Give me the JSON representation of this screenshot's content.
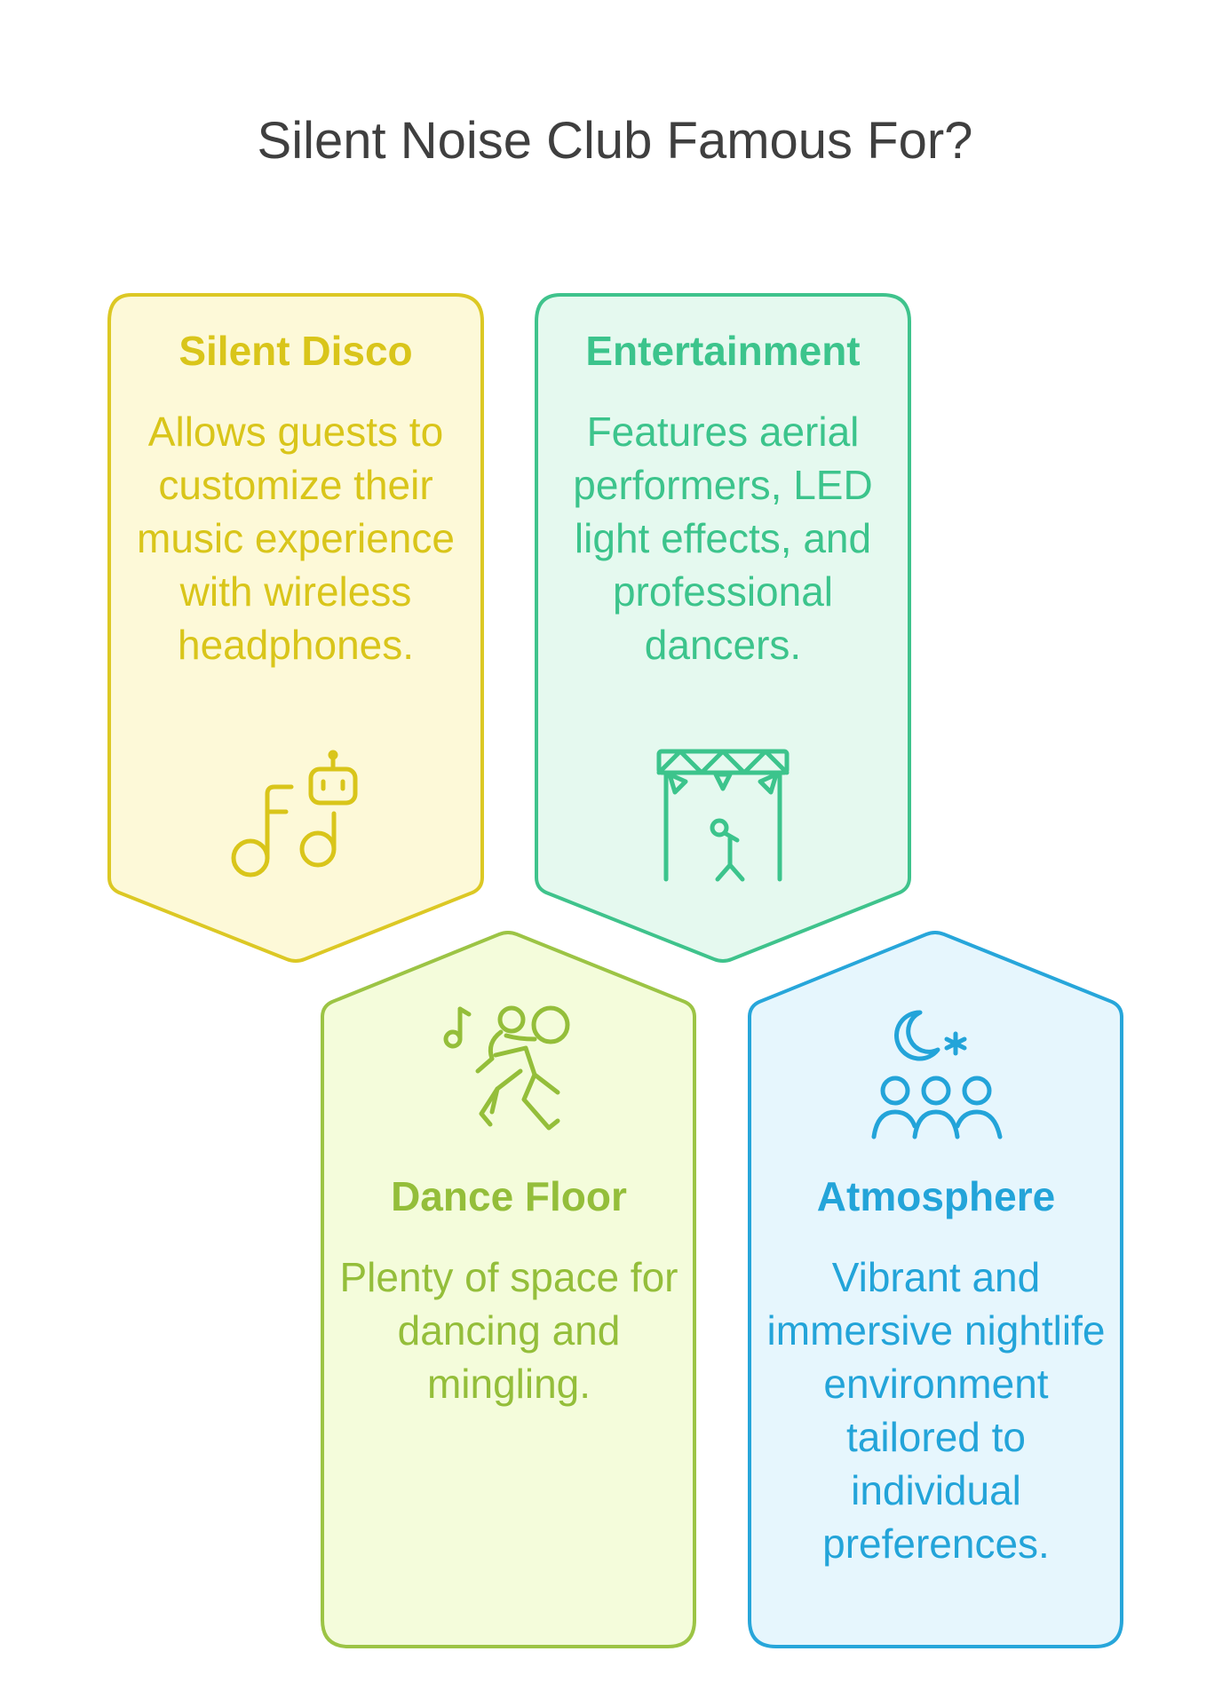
{
  "title": "Silent Noise Club Famous For?",
  "colors": {
    "yellow": "#d9c51a",
    "green": "#3cc48c",
    "lime": "#94be3a",
    "blue": "#23a4d9"
  },
  "cards": [
    {
      "heading": "Silent Disco",
      "body": "Allows guests to customize their music experience with wireless headphones.",
      "icon": "music-note-robot-icon"
    },
    {
      "heading": "Entertainment",
      "body": "Features aerial performers, LED light effects, and professional dancers.",
      "icon": "stage-performer-icon"
    },
    {
      "heading": "Dance Floor",
      "body": "Plenty of space for dancing and mingling.",
      "icon": "dancing-couple-icon"
    },
    {
      "heading": "Atmosphere",
      "body": "Vibrant and immersive nightlife environment tailored to individual preferences.",
      "icon": "night-crowd-icon"
    }
  ]
}
